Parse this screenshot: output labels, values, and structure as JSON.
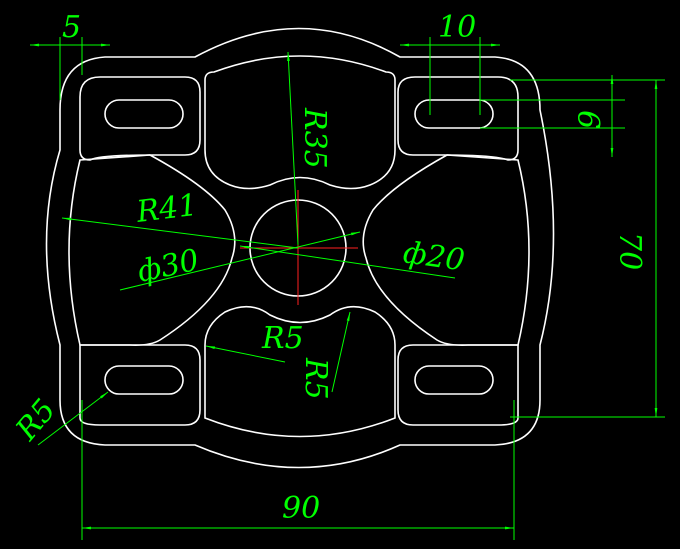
{
  "colors": {
    "background": "#000000",
    "geometry": "#ffffff",
    "dimension": "#00ff00",
    "centerline": "#ff2020"
  },
  "dimensions": {
    "width_5": "5",
    "width_10": "10",
    "height_6": "6",
    "height_70": "70",
    "width_90": "90",
    "radius_35": "R35",
    "radius_41": "R41",
    "diameter_30": "ф30",
    "diameter_20": "ф20",
    "radius_5_inner": "R5",
    "radius_5_arc": "R5",
    "radius_5_corner": "R5"
  }
}
